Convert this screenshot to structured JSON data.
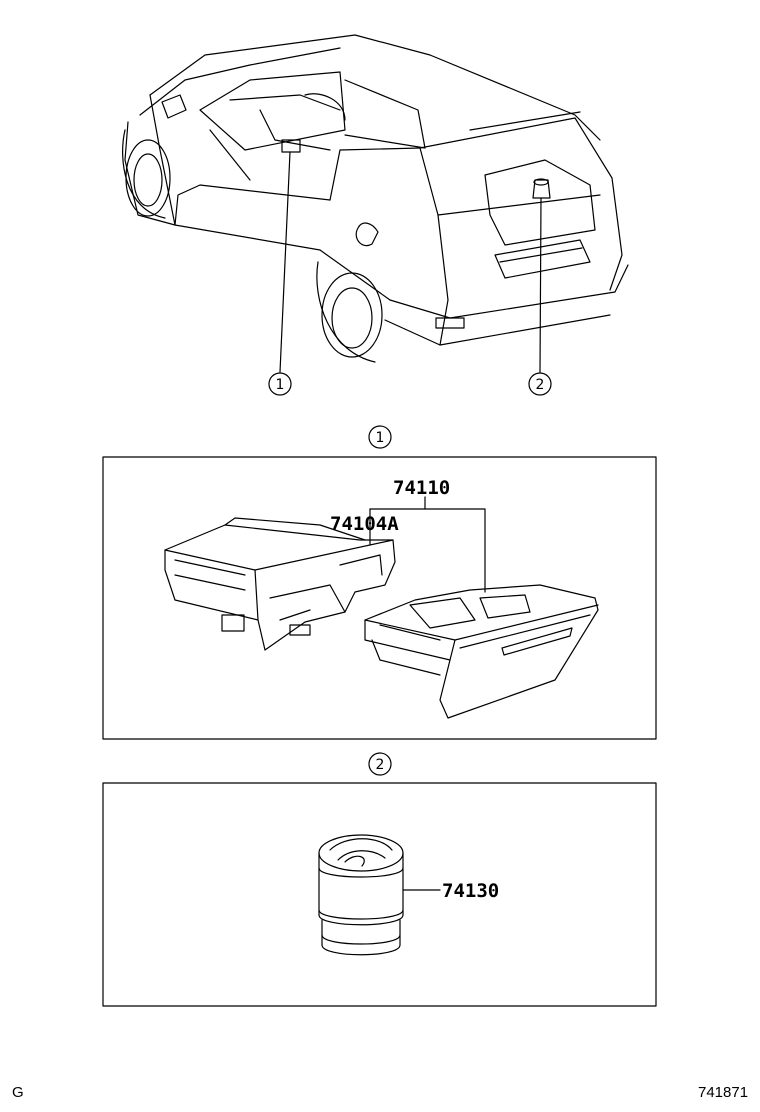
{
  "diagram": {
    "callouts": [
      {
        "id": "callout-1",
        "number": "1"
      },
      {
        "id": "callout-2",
        "number": "2"
      }
    ],
    "panels": [
      {
        "id": "panel-1",
        "number": "1",
        "parts": [
          "74110",
          "74104A"
        ]
      },
      {
        "id": "panel-2",
        "number": "2",
        "parts": [
          "74130"
        ]
      }
    ],
    "footer": {
      "left_code": "G",
      "right_code": "741871"
    }
  }
}
